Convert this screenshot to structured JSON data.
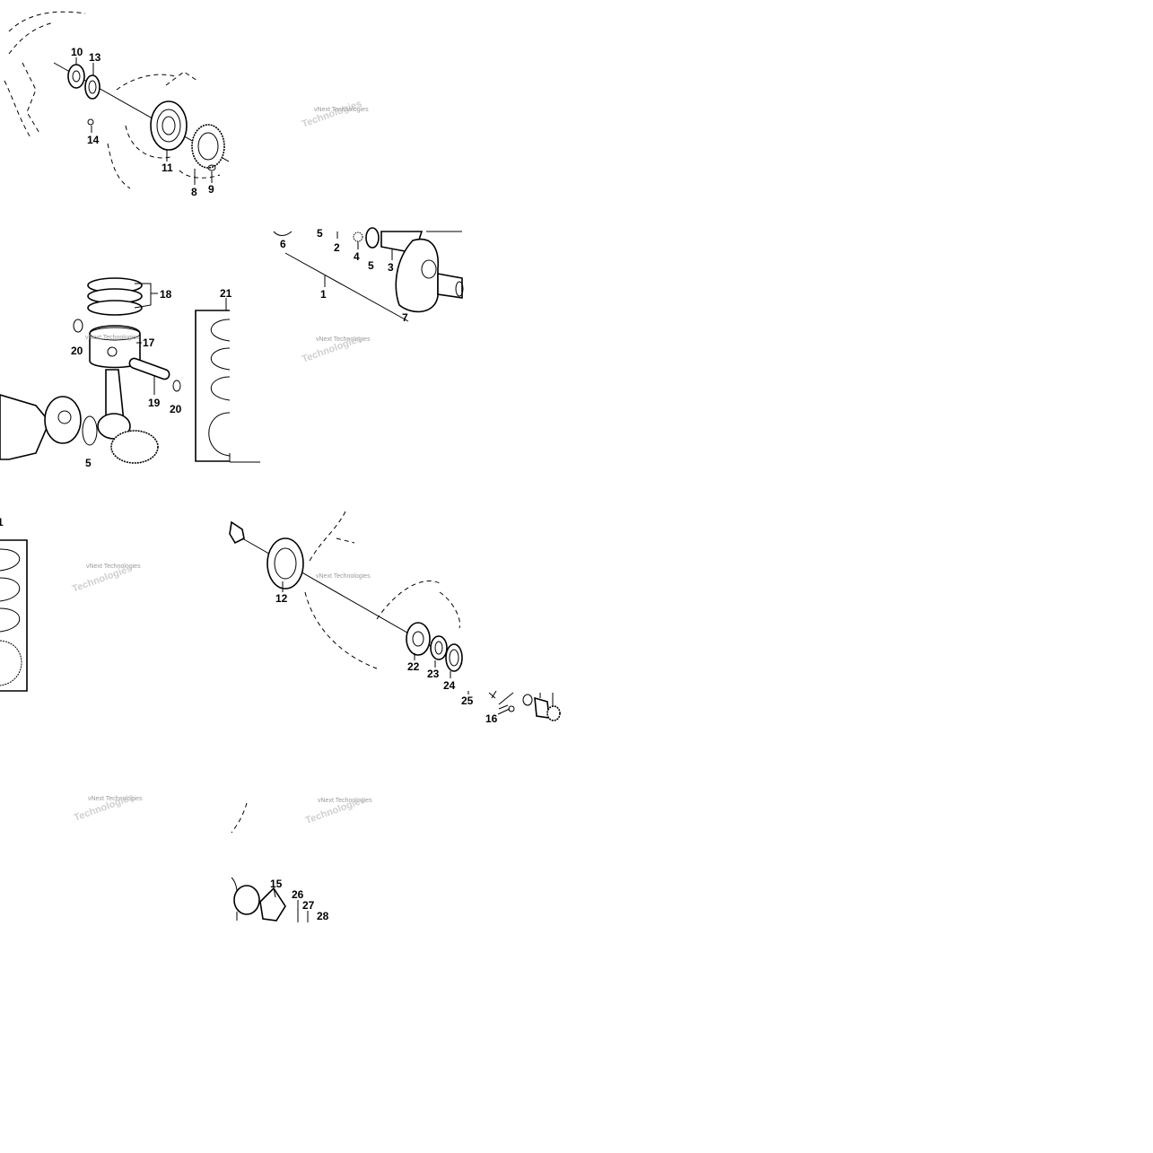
{
  "watermark": {
    "line1": "vNext Technologies",
    "line2": "Technologies"
  },
  "callouts": {
    "c1": "1",
    "c2": "2",
    "c3": "3",
    "c4": "4",
    "c5a": "5",
    "c5b": "5",
    "c5c": "5",
    "c6": "6",
    "c7": "7",
    "c8": "8",
    "c9": "9",
    "c10": "10",
    "c11": "11",
    "c12": "12",
    "c13": "13",
    "c14": "14",
    "c15": "15",
    "c16": "16",
    "c17": "17",
    "c18": "18",
    "c19": "19",
    "c20a": "20",
    "c20b": "20",
    "c21": "21",
    "c22": "22",
    "c23": "23",
    "c24": "24",
    "c25": "25",
    "c26": "26",
    "c27": "27",
    "c28": "28"
  }
}
